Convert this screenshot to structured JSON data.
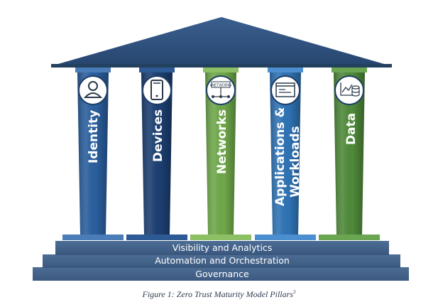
{
  "pillars": [
    {
      "label": "Identity",
      "icon": "user-icon",
      "color": "#2a5f9e"
    },
    {
      "label": "Devices",
      "icon": "mobile-device-icon",
      "color": "#1c3f72"
    },
    {
      "label": "Networks",
      "icon": "network-icon",
      "color": "#6fa84a"
    },
    {
      "label": "Applications &",
      "label2": "Workloads",
      "icon": "application-window-icon",
      "color": "#2f73b5"
    },
    {
      "label": "Data",
      "icon": "data-chart-icon",
      "color": "#4f8a3a"
    }
  ],
  "icon_text": {
    "network": "NETWORK"
  },
  "foundation": [
    {
      "label": "Visibility and Analytics"
    },
    {
      "label": "Automation and Orchestration"
    },
    {
      "label": "Governance"
    }
  ],
  "caption": {
    "text": "Figure 1: Zero Trust Maturity Model Pillars",
    "footnote": "3"
  }
}
